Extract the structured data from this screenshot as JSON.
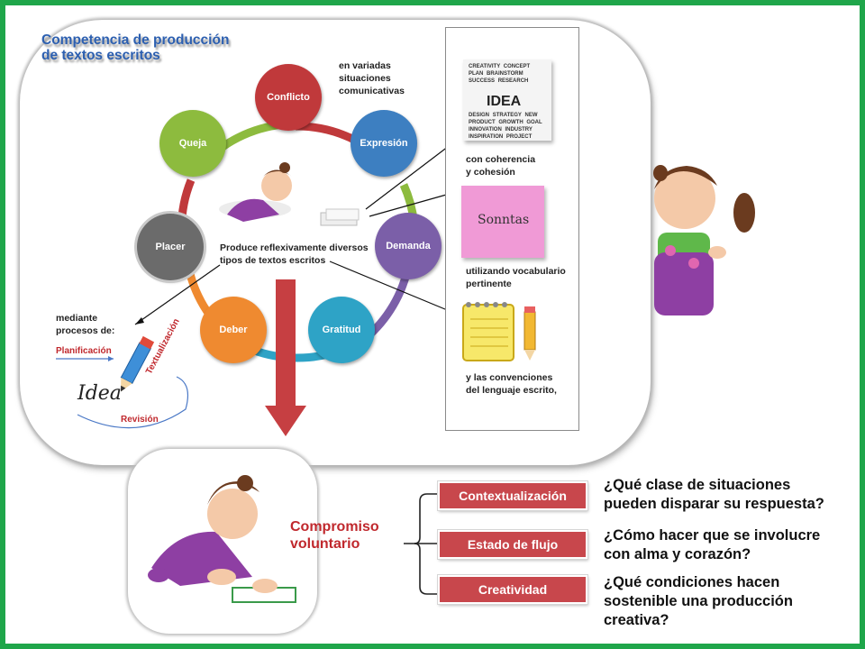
{
  "title": {
    "line1": "Competencia de producción",
    "line2": "de textos escritos"
  },
  "cycle": [
    {
      "label": "Conflicto",
      "color": "#c0393b"
    },
    {
      "label": "Expresión",
      "color": "#3d7fc1"
    },
    {
      "label": "Demanda",
      "color": "#7b5fa8"
    },
    {
      "label": "Gratitud",
      "color": "#2ea3c6"
    },
    {
      "label": "Deber",
      "color": "#ef8a30"
    },
    {
      "label": "Placer",
      "color": "#6b6b6b"
    },
    {
      "label": "Queja",
      "color": "#8dbb3e"
    }
  ],
  "notes": {
    "situations": [
      "en variadas",
      "situaciones",
      "comunicativas"
    ],
    "center": [
      "Produce reflexivamente diversos",
      "tipos de textos escritos"
    ],
    "process_intro": [
      "mediante",
      "procesos de:"
    ],
    "planificacion": "Planificación",
    "textualizacion": "Textualización",
    "revision": "Revisión",
    "idea_word": "Idea"
  },
  "right_panel": {
    "coherence": [
      "con coherencia",
      "y cohesión"
    ],
    "vocab": [
      "utilizando vocabulario",
      "pertinente"
    ],
    "conventions": [
      "y las convenciones",
      "del lenguaje escrito,"
    ],
    "sticky_word": "Sonntas",
    "cloud_big": "IDEA",
    "cloud_words": [
      "CREATIVITY",
      "CONCEPT",
      "PLAN",
      "BRAINSTORM",
      "SUCCESS",
      "RESEARCH",
      "DESIGN",
      "STRATEGY",
      "NEW",
      "PRODUCT",
      "GROWTH",
      "GOAL",
      "INNOVATION",
      "INDUSTRY",
      "INSPIRATION",
      "PROJECT"
    ]
  },
  "compromiso": {
    "line1": "Compromiso",
    "line2": "voluntario"
  },
  "branches": [
    {
      "label": "Contextualización",
      "question": "¿Qué clase de situaciones pueden disparar su respuesta?"
    },
    {
      "label": "Estado de flujo",
      "question": "¿Cómo hacer que se involucre con alma y corazón?"
    },
    {
      "label": "Creatividad",
      "question": "¿Qué condiciones hacen sostenible una producción creativa?"
    }
  ],
  "colors": {
    "frame": "#1fa64a",
    "accent_red": "#c0282d",
    "box_red": "#c8474c",
    "title_blue": "#2c5fb0"
  }
}
